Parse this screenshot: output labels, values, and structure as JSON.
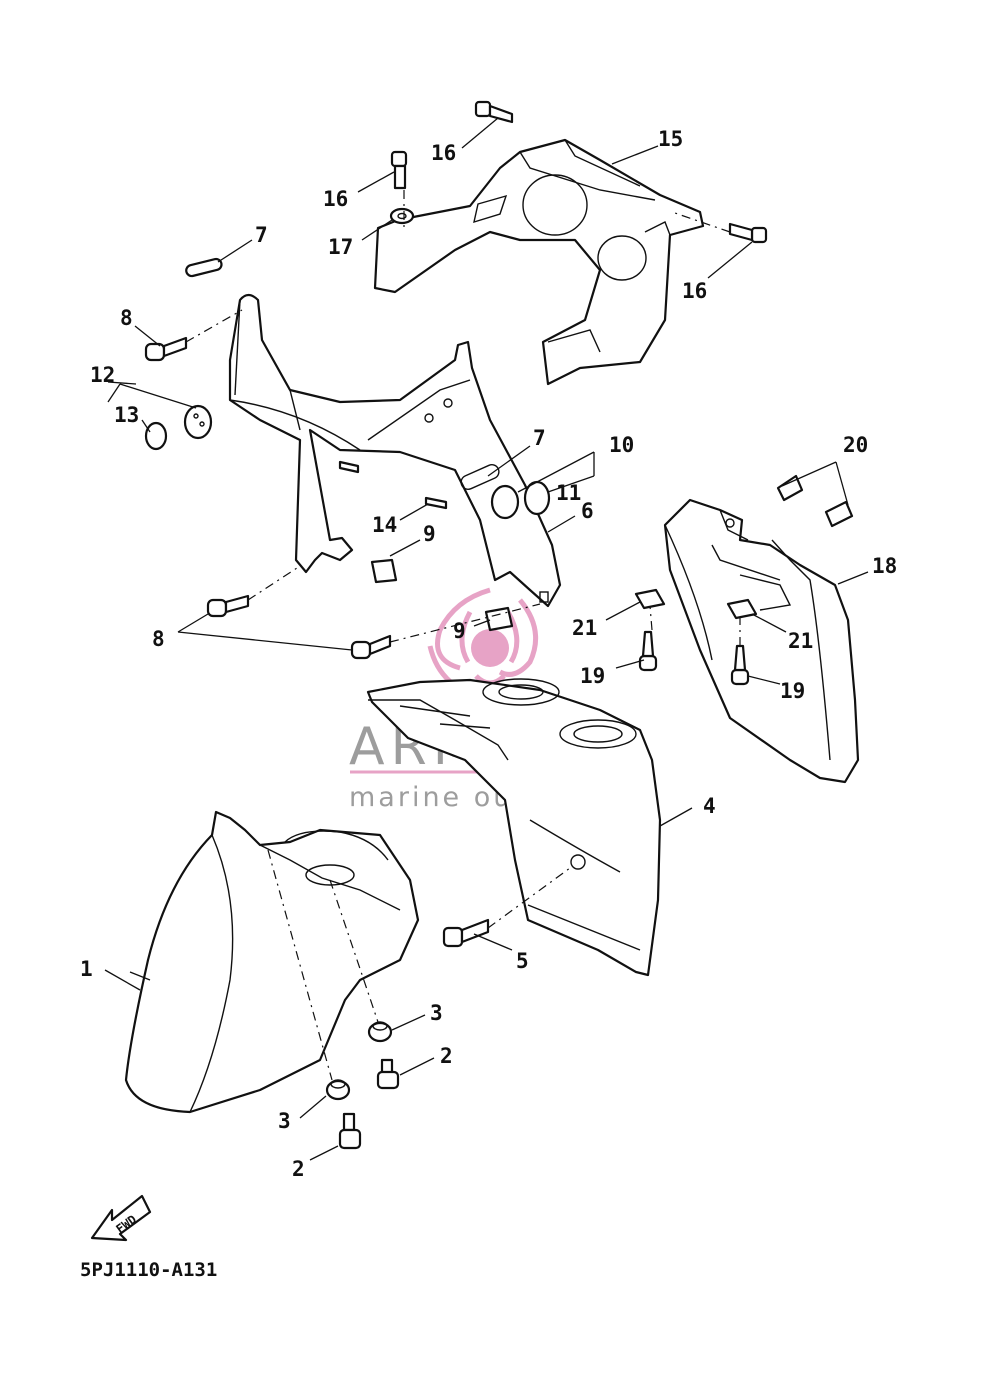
{
  "diagram_code": "5PJ1110-A131",
  "fwd_label": "FWD",
  "watermark": {
    "brand": "ARMADA",
    "tagline": "marine outboards",
    "accent_color": "#e7a3c6",
    "text_color": "#8d8d8d"
  },
  "callouts": {
    "c1": "1",
    "c2a": "2",
    "c2b": "2",
    "c3a": "3",
    "c3b": "3",
    "c4": "4",
    "c5": "5",
    "c6": "6",
    "c7a": "7",
    "c7b": "7",
    "c8a": "8",
    "c8b": "8",
    "c9a": "9",
    "c9b": "9",
    "c10": "10",
    "c11": "11",
    "c12": "12",
    "c13": "13",
    "c14": "14",
    "c15": "15",
    "c16a": "16",
    "c16b": "16",
    "c16c": "16",
    "c17": "17",
    "c18": "18",
    "c19a": "19",
    "c19b": "19",
    "c20": "20",
    "c21a": "21",
    "c21b": "21"
  }
}
